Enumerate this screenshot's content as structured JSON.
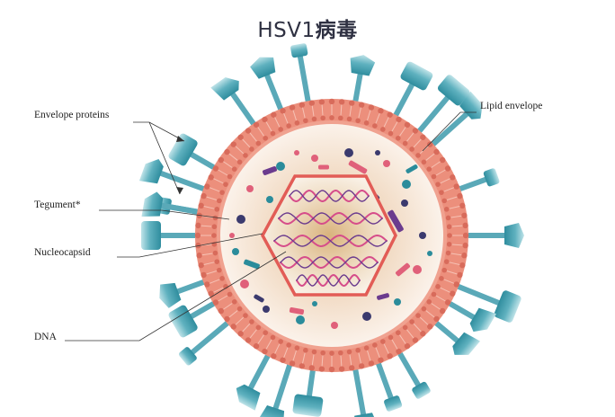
{
  "title": {
    "latin": "HSV1",
    "cjk": "病毒"
  },
  "labels": {
    "envelope_proteins": "Envelope proteins",
    "tegument": "Tegument*",
    "nucleocapsid": "Nucleocapsid",
    "dna": "DNA",
    "lipid_envelope": "Lipid envelope"
  },
  "colors": {
    "membrane_salmon": "#ec8f7c",
    "membrane_dark": "#d96a5a",
    "protein_teal": "#2f8d9e",
    "protein_light": "#a9d6de",
    "capsid_border": "#e25c56",
    "capsid_fill": "#f6efe8",
    "interior": "#f3dfc8",
    "dna_pink": "#d64d8a",
    "dna_purple": "#6b3b8e",
    "leader_line": "#333333"
  }
}
